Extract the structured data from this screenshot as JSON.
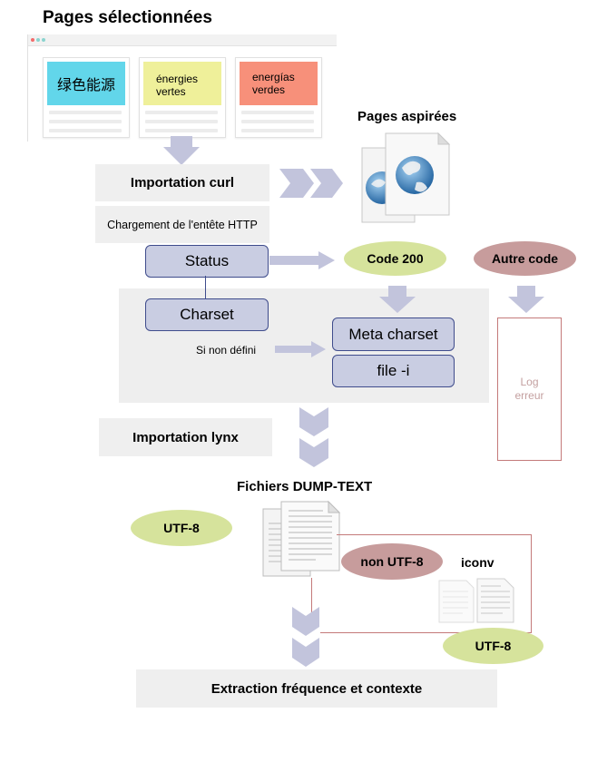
{
  "header": {
    "title": "Pages sélectionnées"
  },
  "selected_pages": {
    "cards": [
      {
        "label": "绿色能源",
        "color": "#62d6ea"
      },
      {
        "label": "énergies vertes",
        "color": "#eff09a"
      },
      {
        "label": "energías verdes",
        "color": "#f7907a"
      }
    ]
  },
  "fetched_pages": {
    "title": "Pages aspirées",
    "icon": "globe-document-icon"
  },
  "steps": {
    "import_curl": "Importation curl",
    "http_header": "Chargement de l'entête HTTP",
    "status": "Status",
    "charset": "Charset",
    "if_undefined": "Si non défini",
    "meta_charset": "Meta charset",
    "file_i": "file -i",
    "import_lynx": "Importation lynx",
    "extraction": "Extraction fréquence et contexte"
  },
  "codes": {
    "code_200": "Code 200",
    "other_code": "Autre code"
  },
  "log": {
    "label": "Log erreur"
  },
  "dump": {
    "title": "Fichiers DUMP-TEXT",
    "utf8": "UTF-8",
    "non_utf8": "non UTF-8",
    "iconv": "iconv",
    "utf8_after": "UTF-8"
  },
  "colors": {
    "arrow": "#c2c4dc",
    "pill_fill": "#c9cde2",
    "pill_border": "#3f4c8c",
    "green_ellipse": "#d6e39c",
    "rose_ellipse": "#c79c9c",
    "log_border": "#c47a7a",
    "gray_panel": "#eeeeee"
  }
}
